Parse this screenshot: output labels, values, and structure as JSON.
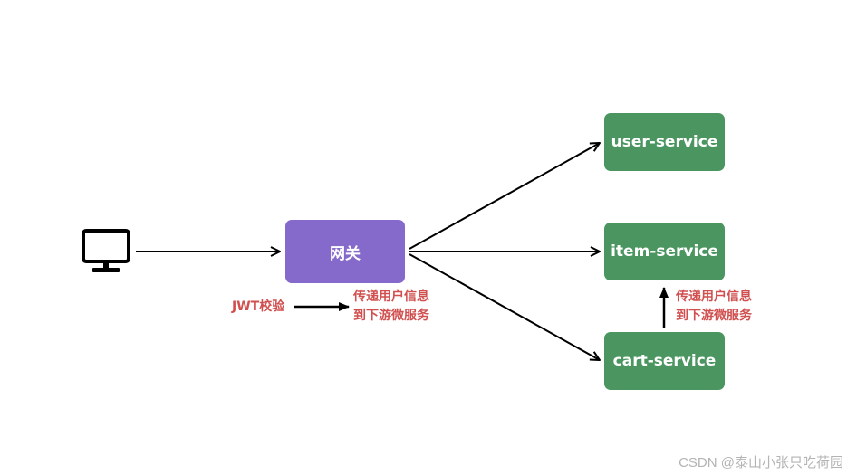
{
  "nodes": {
    "client": {
      "icon": "monitor-icon"
    },
    "gateway": {
      "label": "网关",
      "color": "#8569cb"
    },
    "services": [
      {
        "label": "user-service",
        "color": "#4b9660"
      },
      {
        "label": "item-service",
        "color": "#4b9660"
      },
      {
        "label": "cart-service",
        "color": "#4b9660"
      }
    ]
  },
  "annotations": {
    "jwt": "JWT校验",
    "gateway_forward": [
      "传递用户信息",
      "到下游微服务"
    ],
    "service_forward": [
      "传递用户信息",
      "到下游微服务"
    ],
    "color": "#d14f4f"
  },
  "watermark": "CSDN @泰山小张只吃荷园"
}
